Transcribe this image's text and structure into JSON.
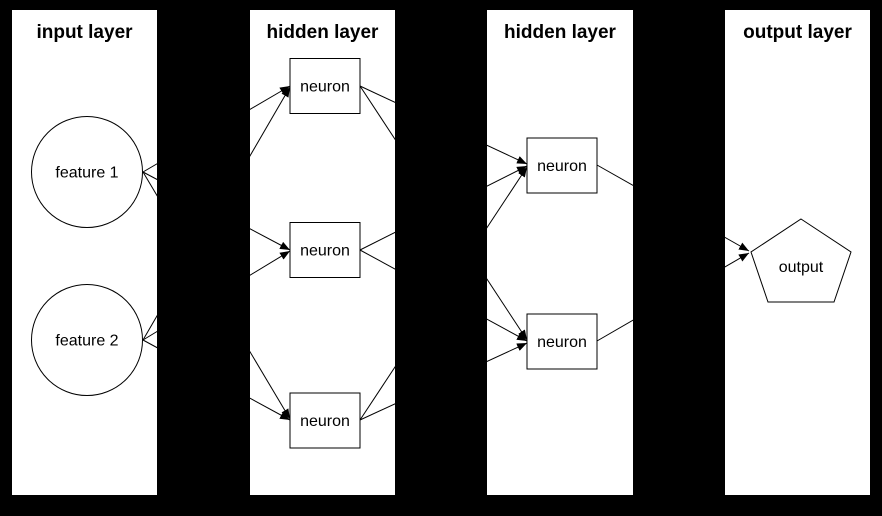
{
  "diagram": {
    "kind": "neural-network-architecture",
    "colors": {
      "background": "#000000",
      "panel_fill": "#ffffff",
      "node_fill": "#ffffff",
      "stroke": "#000000",
      "text": "#000000"
    },
    "layers": [
      {
        "id": "input",
        "title": "input layer",
        "nodes": [
          {
            "id": "feature-1",
            "label": "feature 1",
            "shape": "circle"
          },
          {
            "id": "feature-2",
            "label": "feature 2",
            "shape": "circle"
          }
        ]
      },
      {
        "id": "hidden-1",
        "title": "hidden layer",
        "nodes": [
          {
            "id": "h1-neuron-1",
            "label": "neuron",
            "shape": "rect"
          },
          {
            "id": "h1-neuron-2",
            "label": "neuron",
            "shape": "rect"
          },
          {
            "id": "h1-neuron-3",
            "label": "neuron",
            "shape": "rect"
          }
        ]
      },
      {
        "id": "hidden-2",
        "title": "hidden layer",
        "nodes": [
          {
            "id": "h2-neuron-1",
            "label": "neuron",
            "shape": "rect"
          },
          {
            "id": "h2-neuron-2",
            "label": "neuron",
            "shape": "rect"
          }
        ]
      },
      {
        "id": "output",
        "title": "output layer",
        "nodes": [
          {
            "id": "output-1",
            "label": "output",
            "shape": "pentagon"
          }
        ]
      }
    ],
    "edges": [
      {
        "from": "feature-1",
        "to": "h1-neuron-1"
      },
      {
        "from": "feature-1",
        "to": "h1-neuron-2"
      },
      {
        "from": "feature-1",
        "to": "h1-neuron-3"
      },
      {
        "from": "feature-2",
        "to": "h1-neuron-1"
      },
      {
        "from": "feature-2",
        "to": "h1-neuron-2"
      },
      {
        "from": "feature-2",
        "to": "h1-neuron-3"
      },
      {
        "from": "h1-neuron-1",
        "to": "h2-neuron-1"
      },
      {
        "from": "h1-neuron-1",
        "to": "h2-neuron-2"
      },
      {
        "from": "h1-neuron-2",
        "to": "h2-neuron-1"
      },
      {
        "from": "h1-neuron-2",
        "to": "h2-neuron-2"
      },
      {
        "from": "h1-neuron-3",
        "to": "h2-neuron-1"
      },
      {
        "from": "h1-neuron-3",
        "to": "h2-neuron-2"
      },
      {
        "from": "h2-neuron-1",
        "to": "output-1"
      },
      {
        "from": "h2-neuron-2",
        "to": "output-1"
      }
    ]
  }
}
